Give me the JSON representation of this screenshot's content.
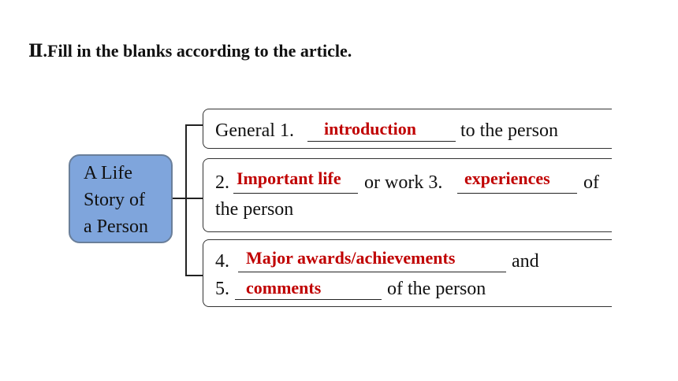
{
  "heading": "Ⅱ.Fill in the blanks according to the article.",
  "root": {
    "line1": "A Life",
    "line2": "Story of",
    "line3": "a Person"
  },
  "box1": {
    "prefix": "General 1.",
    "suffix": "to the person",
    "answer1": "introduction"
  },
  "box2": {
    "num2": "2.",
    "mid": "or work 3.",
    "tail": "of",
    "line2": "the person",
    "answer2": "Important life",
    "answer3": "experiences"
  },
  "box3": {
    "num4": "4.",
    "and_text": "and",
    "num5": "5.",
    "suffix": "of the person",
    "answer4": "Major awards/achievements",
    "answer5": "comments"
  },
  "colors": {
    "answer": "#c00000",
    "root_fill": "#7fa5dc",
    "root_border": "#6a7f9a"
  }
}
